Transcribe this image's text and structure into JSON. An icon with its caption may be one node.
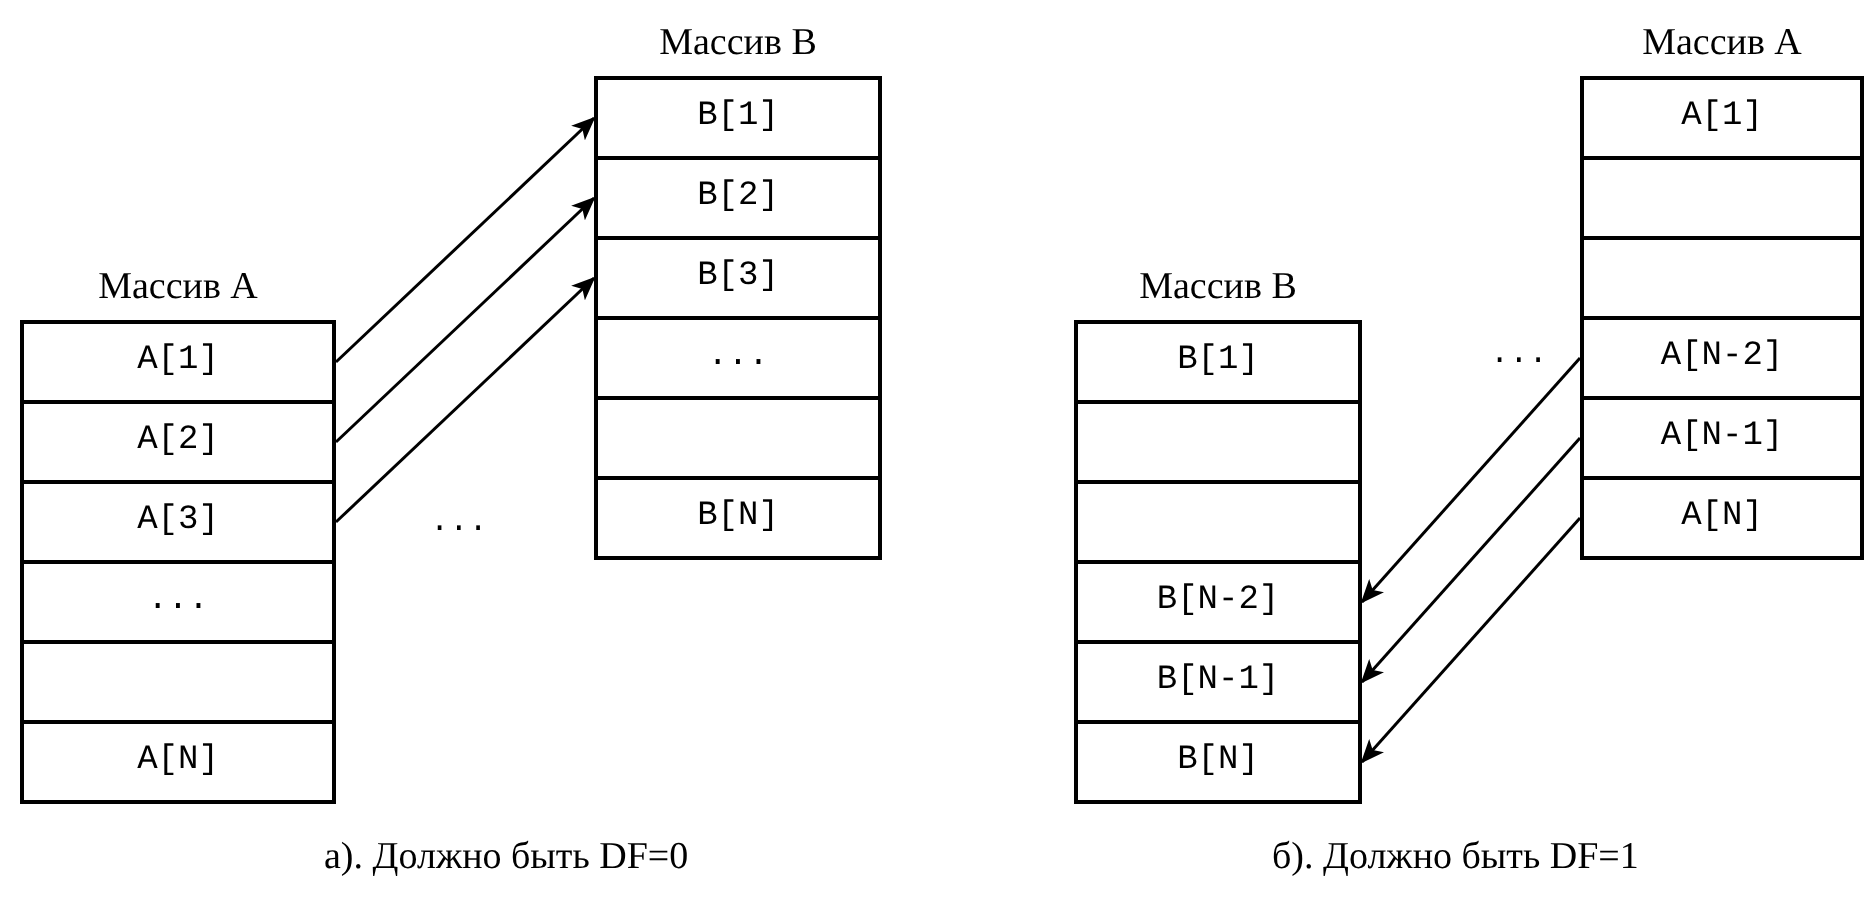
{
  "diagram": {
    "nodes": [
      {
        "text": [
          "Массив A"
        ]
      },
      {
        "text": [
          "A[1]"
        ],
        "in": 0
      },
      {
        "text": [
          "A[2]"
        ],
        "in": 0
      },
      {
        "text": [
          "A[3]"
        ],
        "in": 0
      },
      {
        "text": [
          "..."
        ],
        "in": 0
      },
      {
        "text": [],
        "shape": "box",
        "in": 0
      },
      {
        "text": [
          "A[N]"
        ],
        "in": 0
      },
      {
        "text": [
          "Массив B"
        ]
      },
      {
        "text": [
          "B[1]"
        ],
        "in": 7
      },
      {
        "text": [
          "B[2]"
        ],
        "in": 7
      },
      {
        "text": [
          "B[3]"
        ],
        "in": 7
      },
      {
        "text": [
          "..."
        ],
        "in": 7
      },
      {
        "text": [],
        "shape": "box",
        "in": 7
      },
      {
        "text": [
          "B[N]"
        ],
        "in": 7
      },
      {
        "text": [
          "Массив B"
        ]
      },
      {
        "text": [
          "B[1]"
        ],
        "in": 14
      },
      {
        "text": [],
        "shape": "box",
        "in": 14
      },
      {
        "text": [],
        "shape": "box",
        "in": 14
      },
      {
        "text": [
          "B[N-2]"
        ],
        "in": 14
      },
      {
        "text": [
          "B[N-1]"
        ],
        "in": 14
      },
      {
        "text": [
          "B[N]"
        ],
        "in": 14
      },
      {
        "text": [
          "Массив A"
        ]
      },
      {
        "text": [
          "A[1]"
        ],
        "in": 21
      },
      {
        "text": [],
        "shape": "box",
        "in": 21
      },
      {
        "text": [],
        "shape": "box",
        "in": 21
      },
      {
        "text": [
          "A[N-2]"
        ],
        "in": 21
      },
      {
        "text": [
          "A[N-1]"
        ],
        "in": 21
      },
      {
        "text": [
          "A[N]"
        ],
        "in": 21
      }
    ],
    "edges": [
      {
        "from": 1,
        "to": 8,
        "arrow": "to"
      },
      {
        "from": 2,
        "to": 9,
        "arrow": "to"
      },
      {
        "from": 3,
        "to": 10,
        "arrow": "to"
      },
      {
        "from": 25,
        "to": 18,
        "arrow": "to"
      },
      {
        "from": 26,
        "to": 19,
        "arrow": "to"
      },
      {
        "from": 27,
        "to": 20,
        "arrow": "to"
      }
    ],
    "labels": [
      "...",
      "...",
      "а). Должно быть DF=0",
      "б). Должно быть DF=1"
    ]
  }
}
